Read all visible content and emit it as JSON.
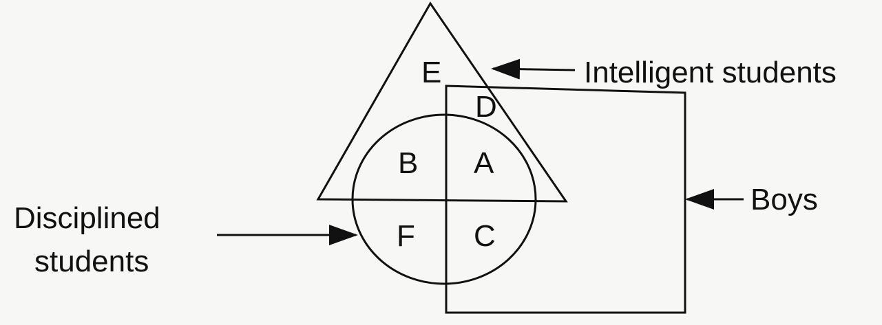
{
  "regions": {
    "E": "E",
    "D": "D",
    "B": "B",
    "A": "A",
    "F": "F",
    "C": "C"
  },
  "labels": {
    "intelligent": "Intelligent students",
    "boys": "Boys",
    "disciplined_line1": "Disciplined",
    "disciplined_line2": "students"
  }
}
